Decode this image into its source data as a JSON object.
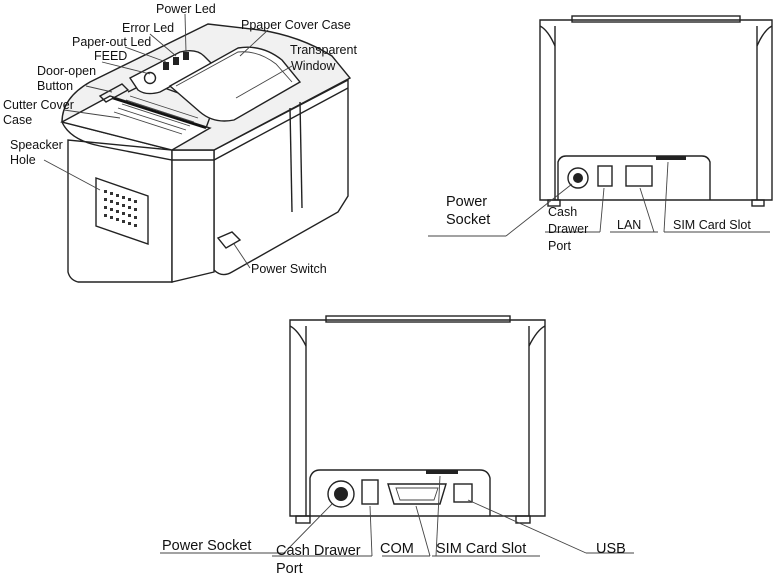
{
  "iso_view": {
    "labels": {
      "power_led": "Power Led",
      "paper_cover_case": "Ppaper Cover Case",
      "error_led": "Error Led",
      "paper_out_led": "Paper-out Led",
      "transparent_window_1": "Transparent",
      "transparent_window_2": "Window",
      "feed": "FEED",
      "door_open_1": "Door-open",
      "door_open_2": "Button",
      "cutter_cover_1": "Cutter Cover",
      "cutter_cover_2": "Case",
      "speaker_1": "Speacker",
      "speaker_2": "Hole",
      "power_switch": "Power Switch"
    }
  },
  "rear_view_lan": {
    "labels": {
      "power_socket_1": "Power",
      "power_socket_2": "Socket",
      "cash_drawer_1": "Cash",
      "cash_drawer_2": "Drawer",
      "cash_drawer_3": "Port",
      "lan": "LAN",
      "sim_card_slot": "SIM Card Slot"
    }
  },
  "rear_view_com": {
    "labels": {
      "power_socket": "Power Socket",
      "cash_drawer_1": "Cash Drawer",
      "cash_drawer_2": "Port",
      "com": "COM",
      "sim_card_slot": "SIM Card Slot",
      "usb": "USB"
    }
  }
}
